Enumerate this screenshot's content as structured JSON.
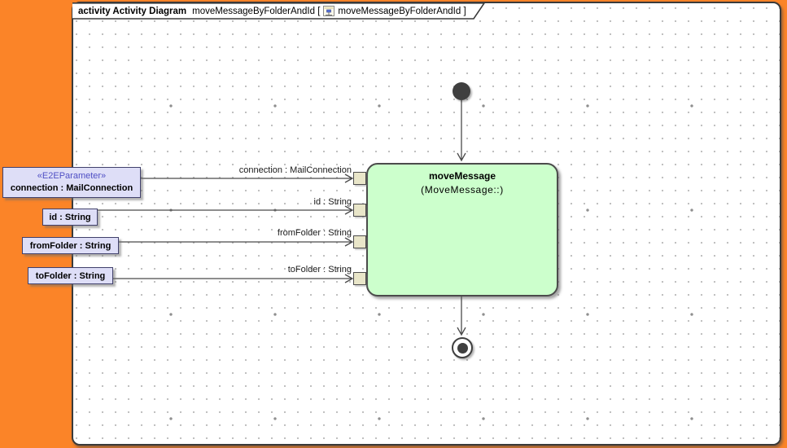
{
  "frame": {
    "title_keyword": "activity Activity Diagram",
    "title_name": "moveMessageByFolderAndId [",
    "title_context": "moveMessageByFolderAndId ]"
  },
  "parameters": [
    {
      "stereotype": "«E2EParameter»",
      "label": "connection : MailConnection",
      "edge_label": "connection : MailConnection"
    },
    {
      "label": "id : String",
      "edge_label": "id : String"
    },
    {
      "label": "fromFolder : String",
      "edge_label": "fromFolder : String"
    },
    {
      "label": "toFolder : String",
      "edge_label": "toFolder : String"
    }
  ],
  "action": {
    "name": "moveMessage",
    "behavior": "(MoveMessage::)"
  },
  "icons": {
    "tab_icon": "activity-diagram-icon"
  },
  "colors": {
    "canvas_orange": "#FB8428",
    "frame_background": "#FFFFFF",
    "grid_dot": "#BDBDBD",
    "action_fill": "#CCFFCC",
    "parameter_fill": "#DEDEF7",
    "pin_fill": "#E9E6C9",
    "stereotype_text": "#4F4FC4",
    "node_dark": "#3F3F3F",
    "edge_line": "#4A4A4A"
  }
}
